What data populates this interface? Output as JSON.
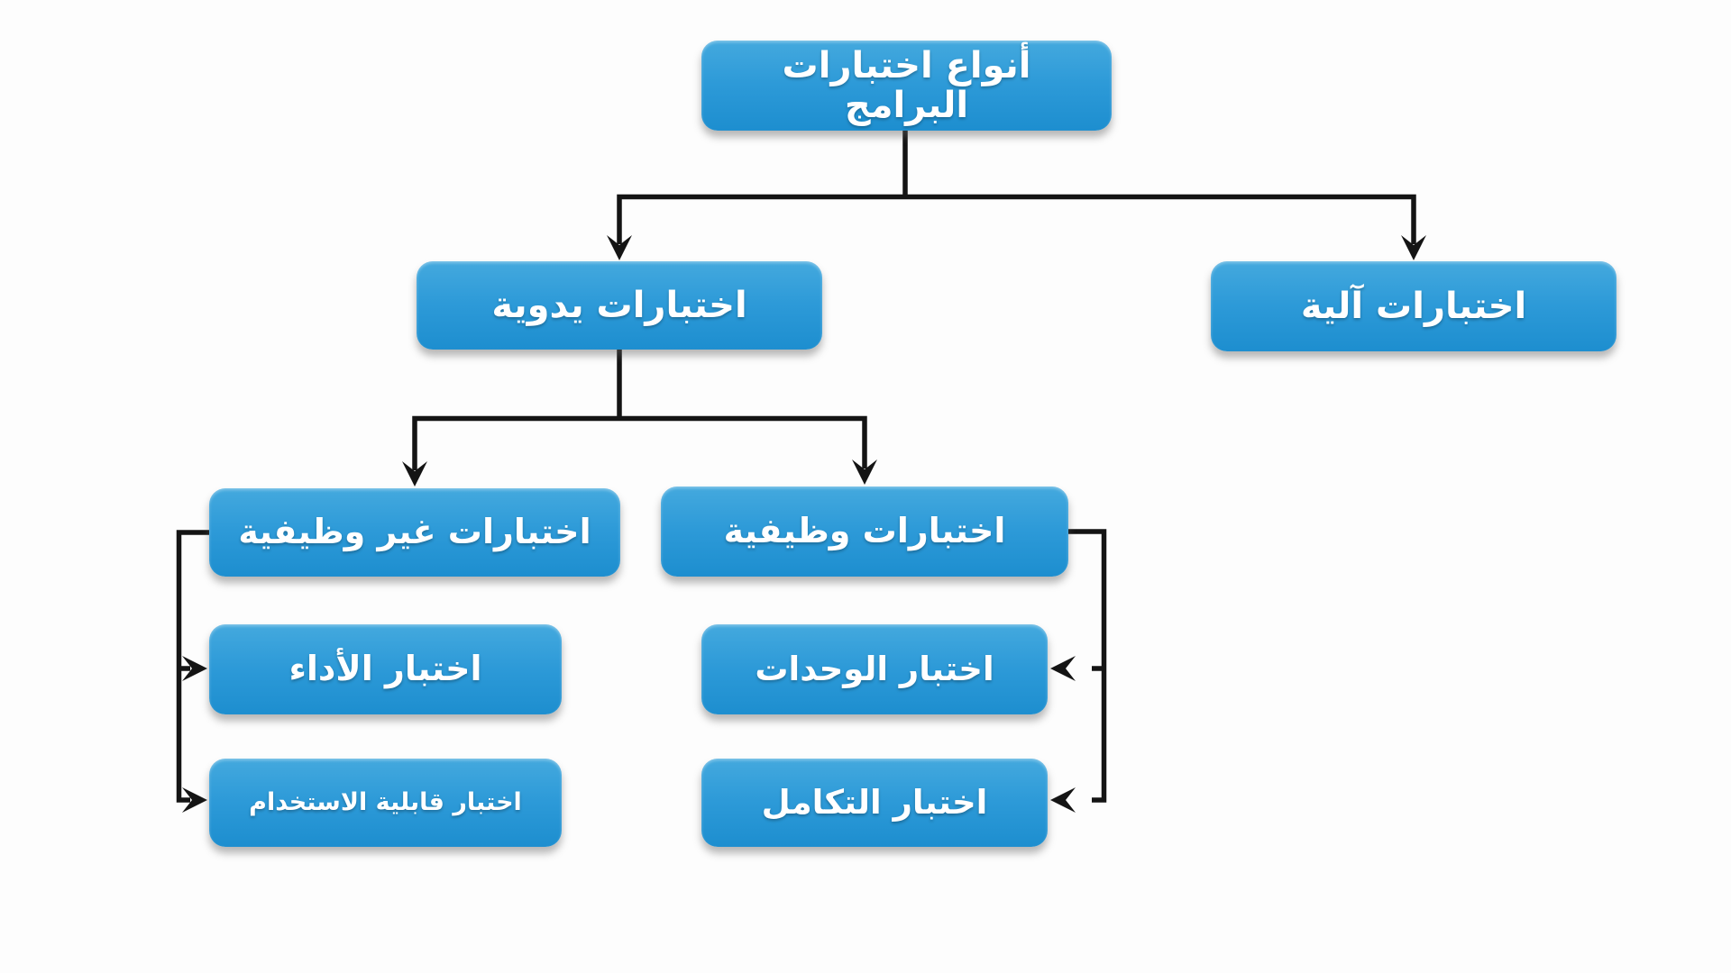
{
  "diagram": {
    "title": "أنواع اختبارات البرامج",
    "direction": "rtl",
    "colors": {
      "box_top": "#44a9de",
      "box_mid": "#2d9ad8",
      "box_bottom": "#1d8ecf",
      "text": "#ffffff",
      "connector": "#141414",
      "background": "#fdfdfd"
    },
    "nodes": {
      "root": {
        "label": "أنواع اختبارات البرامج"
      },
      "manual": {
        "label": "اختبارات يدوية"
      },
      "automated": {
        "label": "اختبارات آلية"
      },
      "non_functional": {
        "label": "اختبارات غير وظيفية"
      },
      "functional": {
        "label": "اختبارات وظيفية"
      },
      "performance": {
        "label": "اختبار الأداء"
      },
      "usability": {
        "label": "اختبار قابلية الاستخدام"
      },
      "unit": {
        "label": "اختبار الوحدات"
      },
      "integration": {
        "label": "اختبار التكامل"
      }
    },
    "edges": [
      {
        "from": "root",
        "to": "manual"
      },
      {
        "from": "root",
        "to": "automated"
      },
      {
        "from": "manual",
        "to": "non_functional"
      },
      {
        "from": "manual",
        "to": "functional"
      },
      {
        "from": "non_functional",
        "to": "performance"
      },
      {
        "from": "non_functional",
        "to": "usability"
      },
      {
        "from": "functional",
        "to": "unit"
      },
      {
        "from": "functional",
        "to": "integration"
      }
    ]
  }
}
